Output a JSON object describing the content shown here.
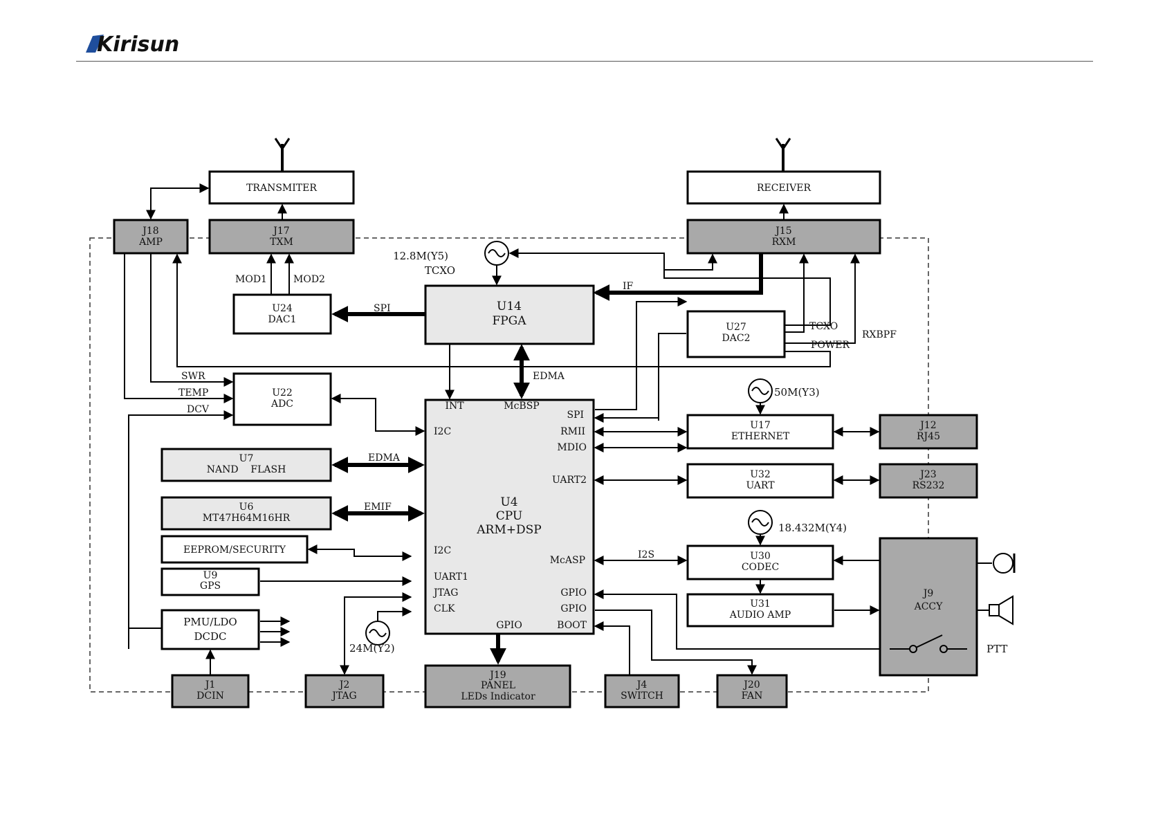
{
  "header": {
    "logo_text": "Kirisun"
  },
  "blocks": {
    "transmitter": "TRANSMITER",
    "receiver": "RECEIVER",
    "j18": [
      "J18",
      "AMP"
    ],
    "j17": [
      "J17",
      "TXM"
    ],
    "j15": [
      "J15",
      "RXM"
    ],
    "u24": [
      "U24",
      "DAC1"
    ],
    "u14": [
      "U14",
      "FPGA"
    ],
    "u27": [
      "U27",
      "DAC2"
    ],
    "u22": [
      "U22",
      "ADC"
    ],
    "u4": [
      "U4",
      "CPU",
      "ARM+DSP"
    ],
    "u17": [
      "U17",
      "ETHERNET"
    ],
    "j12": [
      "J12",
      "RJ45"
    ],
    "u7": [
      "U7",
      "NAND    FLASH"
    ],
    "u32": [
      "U32",
      "UART"
    ],
    "j23": [
      "J23",
      "RS232"
    ],
    "u6": [
      "U6",
      "MT47H64M16HR"
    ],
    "eeprom": "EEPROM/SECURITY",
    "u30": [
      "U30",
      "CODEC"
    ],
    "j9": [
      "J9",
      "ACCY"
    ],
    "u9": [
      "U9",
      "GPS"
    ],
    "u31": [
      "U31",
      "AUDIO AMP"
    ],
    "pmu": [
      "PMU/LDO",
      "DCDC"
    ],
    "j1": [
      "J1",
      "DCIN"
    ],
    "j2": [
      "J2",
      "JTAG"
    ],
    "j19": [
      "J19",
      "PANEL",
      "LEDs Indicator"
    ],
    "j4": [
      "J4",
      "SWITCH"
    ],
    "j20": [
      "J20",
      "FAN"
    ]
  },
  "labels": {
    "mod1": "MOD1",
    "mod2": "MOD2",
    "spi_fpga": "SPI",
    "if": "IF",
    "tcxo_y5": [
      "12.8M(Y5)",
      "TCXO"
    ],
    "tcxo": "TCXO",
    "rxbpf": "RXBPF",
    "power": "POWER",
    "swr": "SWR",
    "temp": "TEMP",
    "dcv": "DCV",
    "edma_fpga": "EDMA",
    "edma_nand": "EDMA",
    "emif": "EMIF",
    "osc_y3": "50M(Y3)",
    "osc_y4": "18.432M(Y4)",
    "osc_y2": "24M(Y2)",
    "i2s": "I2S",
    "ptt": "PTT"
  },
  "pins": {
    "int": "INT",
    "mcbsp": "McBSP",
    "spi": "SPI",
    "i2c_top": "I2C",
    "rmii": "RMII",
    "mdio": "MDIO",
    "uart2": "UART2",
    "i2c_bottom": "I2C",
    "mcasp": "McASP",
    "uart1": "UART1",
    "jtag": "JTAG",
    "gpio_r1": "GPIO",
    "clk": "CLK",
    "gpio_r2": "GPIO",
    "gpio_bottom": "GPIO",
    "boot": "BOOT"
  },
  "colors": {
    "module_dark": "#a9a9a9",
    "module_light": "#e8e8e8",
    "logo": "#1f4e9c"
  }
}
